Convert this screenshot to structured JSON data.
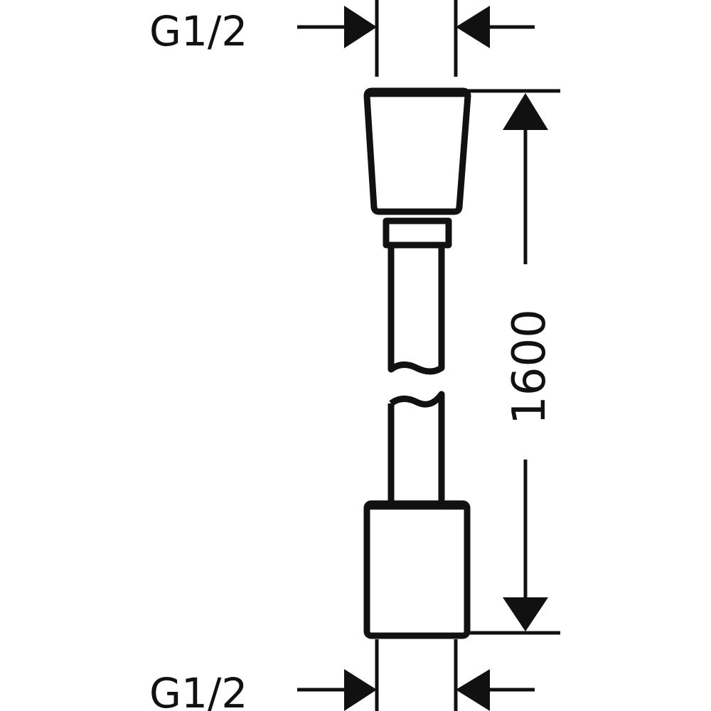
{
  "labels": {
    "top_thread": "G1/2",
    "bottom_thread": "G1/2",
    "length": "1600"
  },
  "colors": {
    "line": "#111111",
    "background": "#ffffff"
  }
}
